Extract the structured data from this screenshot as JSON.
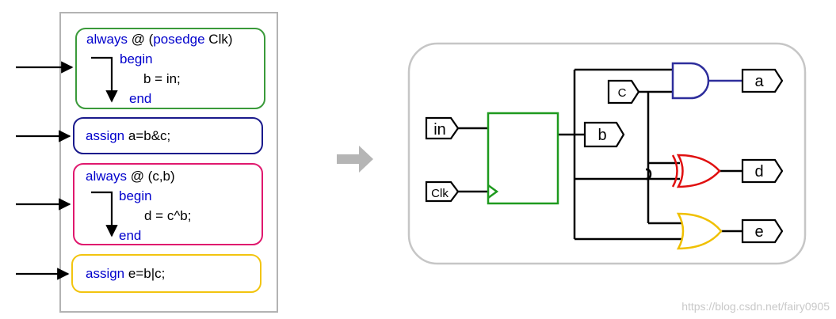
{
  "code": {
    "block1": {
      "line1_kw1": "always",
      "line1_mid": " @ (",
      "line1_kw2": "posedge",
      "line1_end": " Clk)",
      "line2_kw": "begin",
      "line3": "b = in;",
      "line4_kw": "end"
    },
    "block2": {
      "kw": "assign",
      "rest": " a=b&c;"
    },
    "block3": {
      "line1_kw": "always",
      "line1_rest": " @ (c,b)",
      "line2_kw": "begin",
      "line3": "d = c^b;",
      "line4_kw": "end"
    },
    "block4": {
      "kw": "assign",
      "rest": " e=b|c;"
    }
  },
  "circuit": {
    "ports": {
      "in": "in",
      "clk": "Clk",
      "c": "C",
      "b": "b",
      "a": "a",
      "d": "d",
      "e": "e"
    }
  },
  "watermark": "https://blog.csdn.net/fairy0905",
  "colors": {
    "green": "#3a9a3a",
    "blue": "#1a1a8c",
    "pink": "#e0186e",
    "yellow": "#f2c40f",
    "flipflop": "#1e9a1e",
    "and": "#2e2e9c",
    "xor": "#e01010",
    "or": "#f0c000"
  }
}
